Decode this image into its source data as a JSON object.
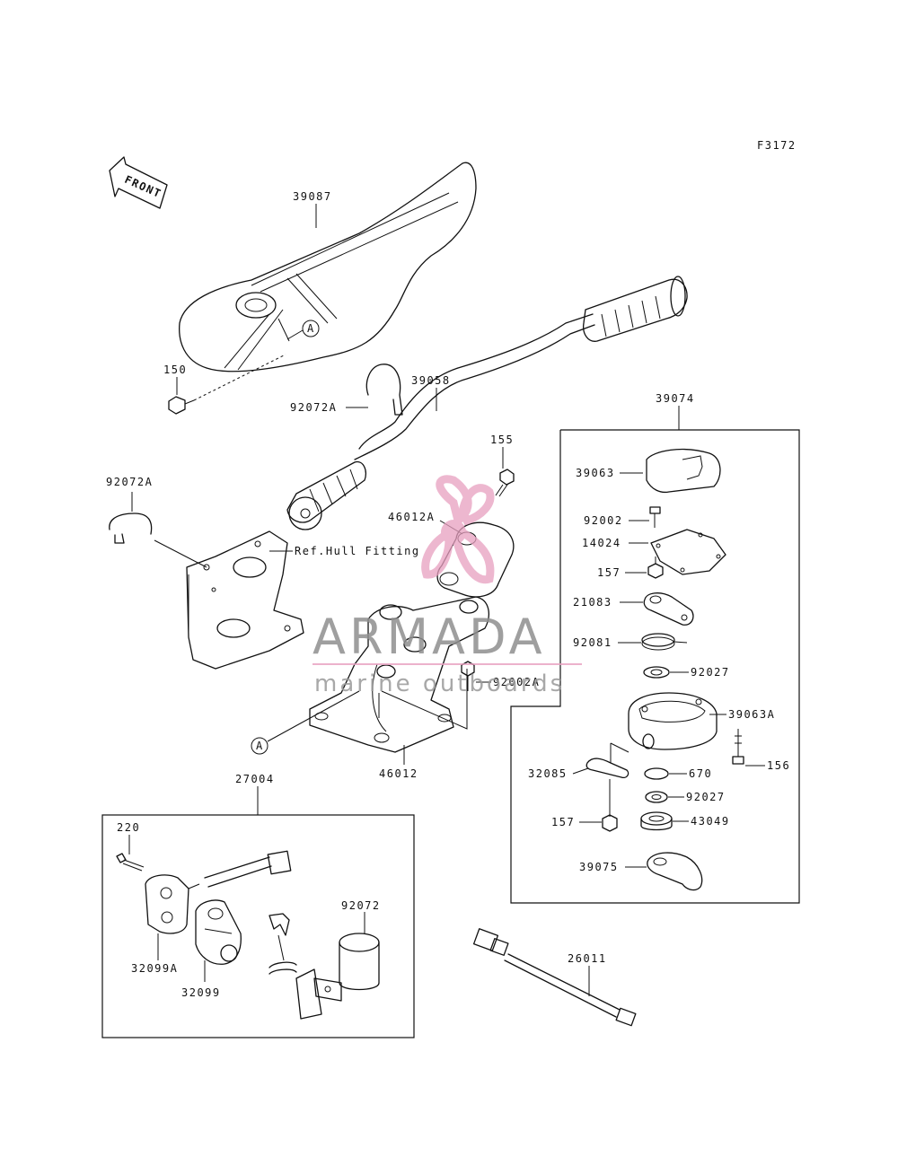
{
  "figure_id": "F3172",
  "front_arrow": "FRONT",
  "ref_text": "Ref.Hull Fitting",
  "marker": "A",
  "watermark": {
    "brand": "ARMADA",
    "tagline": "marine outboards",
    "accent": "#e8a0c0"
  },
  "labels": {
    "p39087": "39087",
    "p150": "150",
    "p39058": "39058",
    "p92072A_top": "92072A",
    "p92072A_left": "92072A",
    "p155": "155",
    "p46012A": "46012A",
    "p92002A": "92002A",
    "p46012": "46012",
    "p39074": "39074",
    "p39063": "39063",
    "p92002": "92002",
    "p14024": "14024",
    "p157_top": "157",
    "p21083": "21083",
    "p92081": "92081",
    "p92027_top": "92027",
    "p39063A": "39063A",
    "p156": "156",
    "p32085": "32085",
    "p670": "670",
    "p92027_bot": "92027",
    "p157_bot": "157",
    "p43049": "43049",
    "p39075": "39075",
    "p27004": "27004",
    "p220": "220",
    "p92072": "92072",
    "p32099A": "32099A",
    "p32099": "32099",
    "p26011": "26011"
  }
}
